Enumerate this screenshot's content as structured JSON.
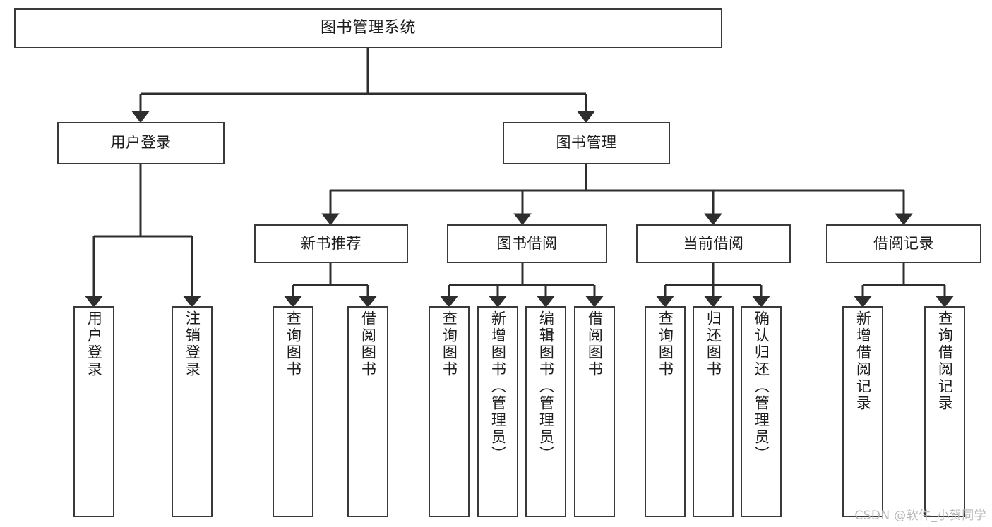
{
  "diagram": {
    "title": "图书管理系统",
    "type": "tree-hierarchy",
    "watermark": "CSDN @软件_小贺同学",
    "colors": {
      "box_border": "#3a3a3a",
      "box_fill": "#ffffff",
      "edge": "#2e2e2e",
      "text": "#1c1c1c",
      "watermark": "#b9b9b9",
      "background": "#ffffff"
    },
    "root": {
      "label": "图书管理系统"
    },
    "level1": [
      {
        "label": "用户登录"
      },
      {
        "label": "图书管理"
      }
    ],
    "level2": [
      {
        "label": "新书推荐"
      },
      {
        "label": "图书借阅"
      },
      {
        "label": "当前借阅"
      },
      {
        "label": "借阅记录"
      }
    ],
    "leaves": {
      "user_login": [
        {
          "label": "用户登录"
        },
        {
          "label": "注销登录"
        }
      ],
      "new_book_recommend": [
        {
          "label": "查询图书"
        },
        {
          "label": "借阅图书"
        }
      ],
      "book_borrow": [
        {
          "label": "查询图书"
        },
        {
          "label": "新增图书（管理员）"
        },
        {
          "label": "编辑图书（管理员）"
        },
        {
          "label": "借阅图书"
        }
      ],
      "current_borrow": [
        {
          "label": "查询图书"
        },
        {
          "label": "归还图书"
        },
        {
          "label": "确认归还（管理员）"
        }
      ],
      "borrow_record": [
        {
          "label": "新增借阅记录"
        },
        {
          "label": "查询借阅记录"
        }
      ]
    }
  }
}
